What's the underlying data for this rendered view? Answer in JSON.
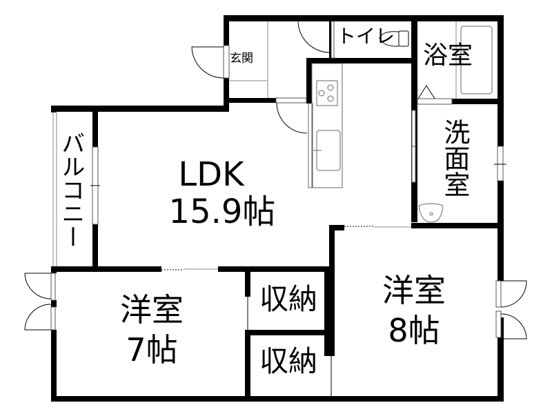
{
  "floor_plan": {
    "rooms": [
      {
        "id": "genkan",
        "name": "玄関"
      },
      {
        "id": "toilet",
        "name": "トイレ"
      },
      {
        "id": "bath",
        "name": "浴室"
      },
      {
        "id": "washroom",
        "name": "洗面室"
      },
      {
        "id": "balcony",
        "name": "バルコニー"
      },
      {
        "id": "ldk",
        "name": "LDK",
        "size": "15.9帖"
      },
      {
        "id": "western7",
        "name": "洋室",
        "size": "7帖"
      },
      {
        "id": "western8",
        "name": "洋室",
        "size": "8帖"
      },
      {
        "id": "storage1",
        "name": "収納"
      },
      {
        "id": "storage2",
        "name": "収納"
      }
    ],
    "colors": {
      "wall": "#000000",
      "background": "#ffffff",
      "fixture": "#666666"
    }
  }
}
